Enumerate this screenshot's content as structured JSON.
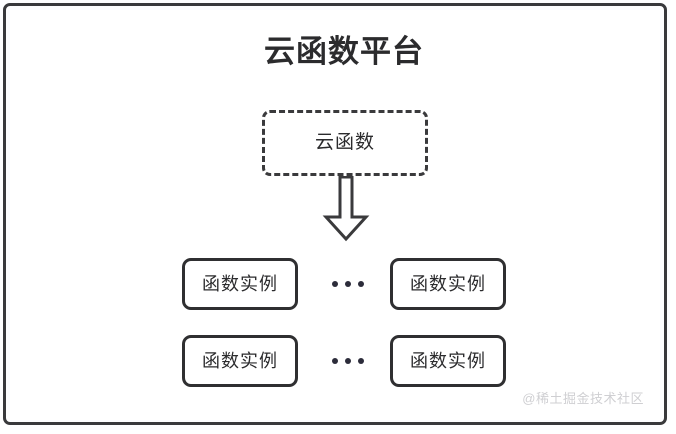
{
  "diagram": {
    "title": "云函数平台",
    "frame": {
      "border_color": "#3a3a3c",
      "background": "#ffffff"
    },
    "cloud_function": {
      "label": "云函数",
      "style": "dashed",
      "border_color": "#3a3a3c"
    },
    "arrow": {
      "icon": "arrow-down-block-icon",
      "direction": "down",
      "stroke_color": "#3a3a3c",
      "fill": "#ffffff"
    },
    "ellipsis": {
      "label": "•••",
      "dot_color": "#2c2c3a",
      "dot_count": 3
    },
    "rows": [
      {
        "left": {
          "label": "函数实例"
        },
        "separator": "•••",
        "right": {
          "label": "函数实例"
        }
      },
      {
        "left": {
          "label": "函数实例"
        },
        "separator": "•••",
        "right": {
          "label": "函数实例"
        }
      }
    ],
    "watermark": {
      "text": "@稀土掘金技术社区",
      "color": "#cfcfd2"
    }
  }
}
